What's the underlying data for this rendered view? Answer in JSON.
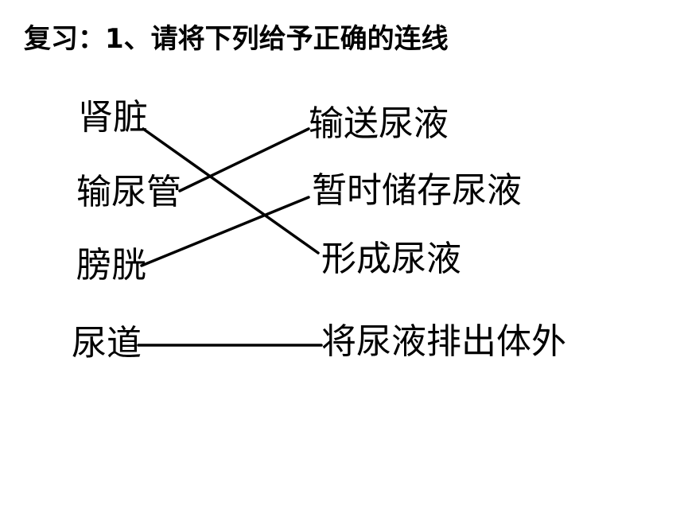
{
  "title": "复习：1、请将下列给予正确的连线",
  "left_terms": [
    "肾脏",
    "输尿管",
    "膀胱",
    "尿道"
  ],
  "right_terms": [
    "输送尿液",
    "暂时储存尿液",
    "形成尿液",
    "将尿液排出体外"
  ],
  "matches": [
    {
      "from": "肾脏",
      "to": "形成尿液"
    },
    {
      "from": "输尿管",
      "to": "输送尿液"
    },
    {
      "from": "膀胱",
      "to": "暂时储存尿液"
    },
    {
      "from": "尿道",
      "to": "将尿液排出体外"
    }
  ],
  "line_color": "#000000"
}
